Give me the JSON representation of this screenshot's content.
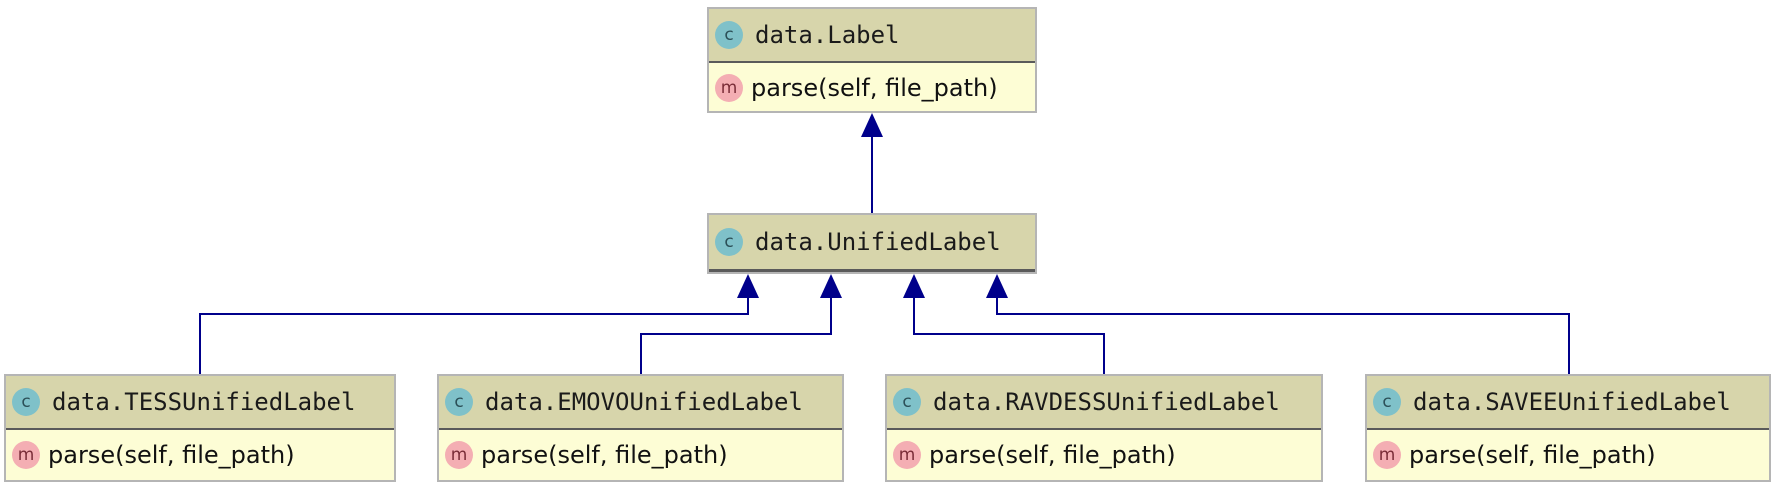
{
  "diagram": {
    "colors": {
      "edge": "#00008b",
      "header_bg": "#d7d5ab",
      "body_bg": "#fdfdd5",
      "class_badge": "#7fc1c9",
      "method_badge": "#f4aeb3"
    },
    "badges": {
      "class_letter": "c",
      "method_letter": "m",
      "class_icon": "class-icon",
      "method_icon": "method-icon"
    },
    "classes": [
      {
        "id": "label",
        "name": "data.Label",
        "methods": [
          "parse(self, file_path)"
        ]
      },
      {
        "id": "unified",
        "name": "data.UnifiedLabel",
        "methods": []
      },
      {
        "id": "tess",
        "name": "data.TESSUnifiedLabel",
        "methods": [
          "parse(self, file_path)"
        ]
      },
      {
        "id": "emovo",
        "name": "data.EMOVOUnifiedLabel",
        "methods": [
          "parse(self, file_path)"
        ]
      },
      {
        "id": "ravdess",
        "name": "data.RAVDESSUnifiedLabel",
        "methods": [
          "parse(self, file_path)"
        ]
      },
      {
        "id": "savee",
        "name": "data.SAVEEUnifiedLabel",
        "methods": [
          "parse(self, file_path)"
        ]
      }
    ],
    "inheritance": [
      {
        "child": "unified",
        "parent": "label"
      },
      {
        "child": "tess",
        "parent": "unified"
      },
      {
        "child": "emovo",
        "parent": "unified"
      },
      {
        "child": "ravdess",
        "parent": "unified"
      },
      {
        "child": "savee",
        "parent": "unified"
      }
    ]
  }
}
